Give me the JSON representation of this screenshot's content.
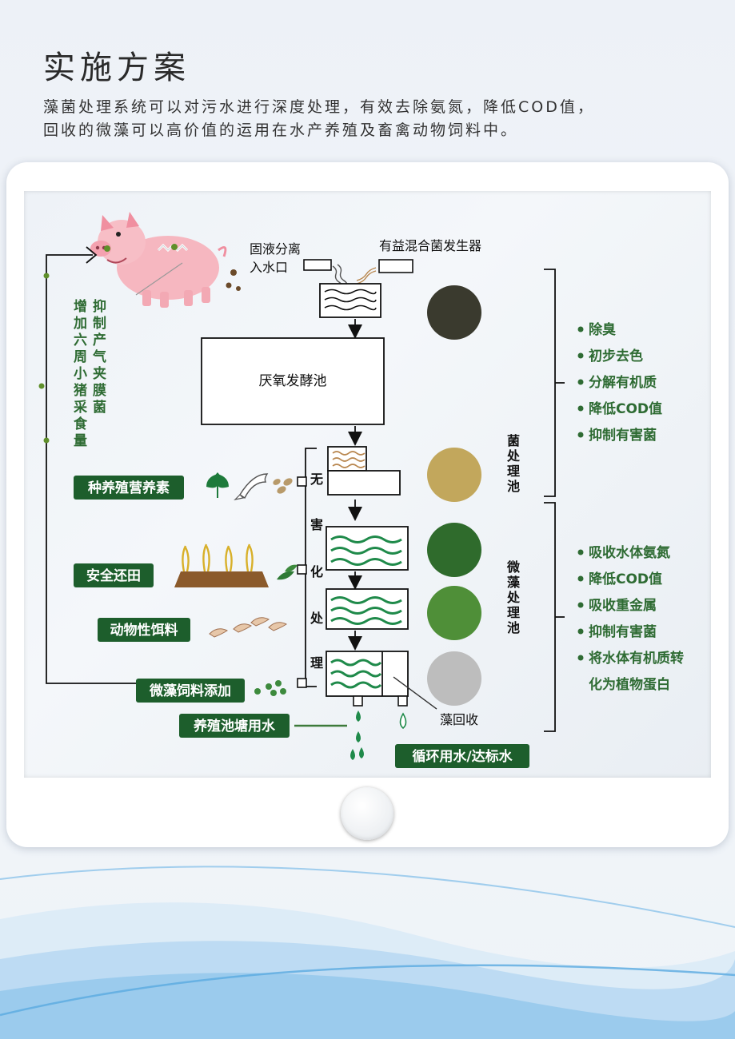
{
  "header": {
    "title": "实施方案",
    "intro_line1": "藻菌处理系统可以对污水进行深度处理，有效去除氨氮，降低COD值，",
    "intro_line2": "回收的微藻可以高价值的运用在水产养殖及畜禽动物饲料中。"
  },
  "diagram": {
    "inlet_label_1": "固液分离",
    "inlet_label_2": "入水口",
    "generator_label": "有益混合菌发生器",
    "anaerobic_tank": "厌氧发酵池",
    "side_text_left": "增加六周小猪采食量",
    "side_text_right": "抑制产气夹膜菌",
    "treatment_chars": [
      "无",
      "害",
      "化",
      "处",
      "理"
    ],
    "bacteria_pool": "菌处理池",
    "microalgae_pool": "微藻处理池",
    "bacteria_effects": [
      "除臭",
      "初步去色",
      "分解有机质",
      "降低COD值",
      "抑制有害菌"
    ],
    "algae_effects": [
      "吸收水体氨氮",
      "降低COD值",
      "吸收重金属",
      "抑制有害菌",
      "将水体有机质转",
      "化为植物蛋白"
    ],
    "label_planting": "种养殖营养素",
    "label_field": "安全还田",
    "label_feed": "动物性饵料",
    "label_algae_feed": "微藻饲料添加",
    "label_pond_water": "养殖池塘用水",
    "label_recycle_water": "循环用水/达标水",
    "label_algae_recovery": "藻回收",
    "colors": {
      "label_green": "#1d5e2c",
      "text_green": "#2e6b33",
      "wave_green": "#1f8a4a",
      "wave_brown": "#b8864e",
      "sample_dark": "#3a3a2e",
      "sample_yellow": "#c2a75c",
      "sample_green_dark": "#2f6b2c",
      "sample_green": "#4f8f38",
      "sample_grey": "#bdbdbd"
    }
  }
}
